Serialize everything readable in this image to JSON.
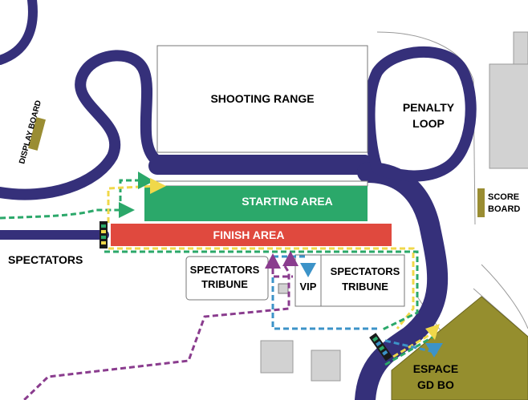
{
  "labels": {
    "shooting_range": "SHOOTING RANGE",
    "penalty_loop_1": "PENALTY",
    "penalty_loop_2": "LOOP",
    "starting_area": "STARTING AREA",
    "finish_area": "FINISH AREA",
    "spectators": "SPECTATORS",
    "tribune_left_1": "SPECTATORS",
    "tribune_left_2": "TRIBUNE",
    "tribune_right_1": "SPECTATORS",
    "tribune_right_2": "TRIBUNE",
    "vip": "VIP",
    "display_board": "DISPLAY BOARD",
    "score_board_1": "SCORE",
    "score_board_2": "BOARD",
    "espace_1": "ESPACE",
    "espace_2": "GD BO"
  },
  "colors": {
    "track": "#35307a",
    "starting_area": "#2ba86a",
    "finish_area": "#e0493e",
    "board": "#9a8d33",
    "building": "#d2d2d2",
    "espace": "#958e2e",
    "path_green": "#2ba86a",
    "path_yellow": "#f0d84a",
    "path_blue": "#3c93c8",
    "path_purple": "#8a3c8e"
  }
}
